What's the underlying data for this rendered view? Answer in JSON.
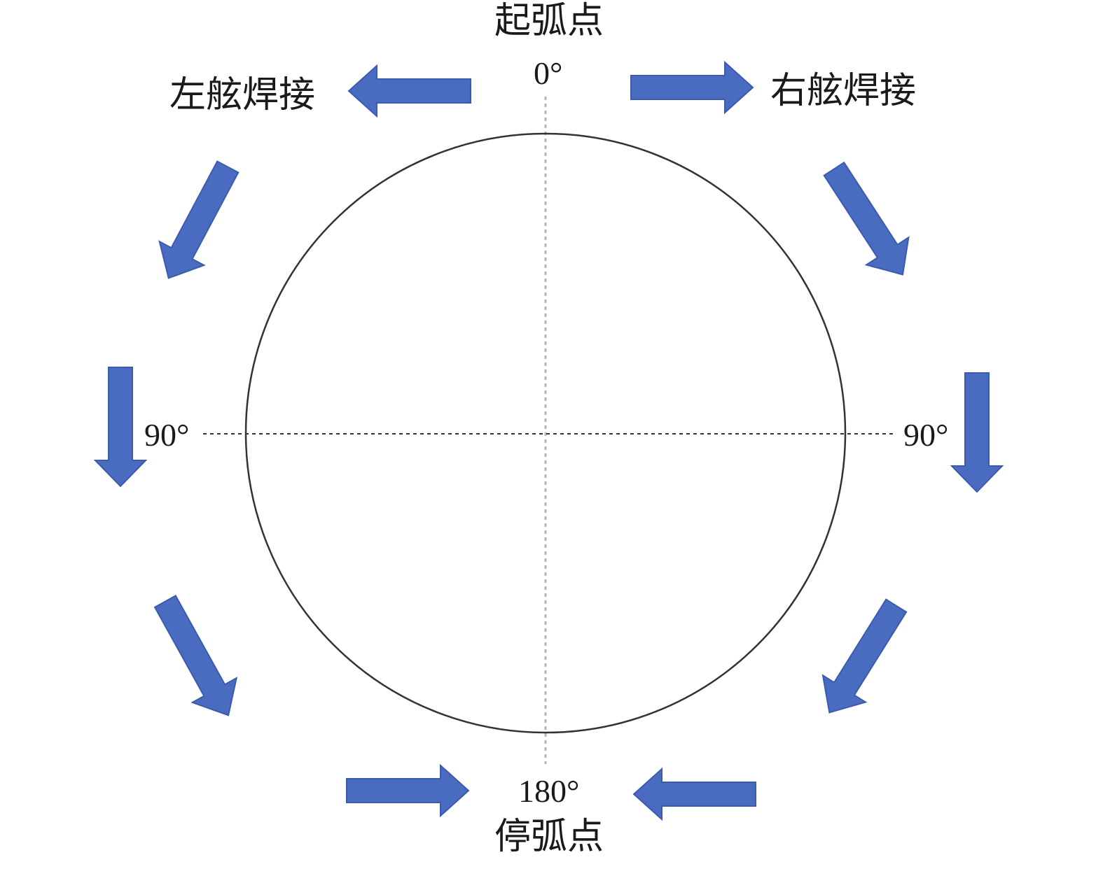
{
  "labels": {
    "arc_start": "起弧点",
    "arc_stop": "停弧点",
    "port_weld": "左舷焊接",
    "starboard_weld": "右舷焊接",
    "angle_top": "0°",
    "angle_left": "90°",
    "angle_right": "90°",
    "angle_bottom": "180°"
  },
  "colors": {
    "arrow_fill": "#4A6CC0",
    "arrow_edge": "#3B5BAE",
    "circle_stroke": "#333333",
    "vertical_axis": "#b5b5b5",
    "horizontal_axis": "#333333"
  }
}
